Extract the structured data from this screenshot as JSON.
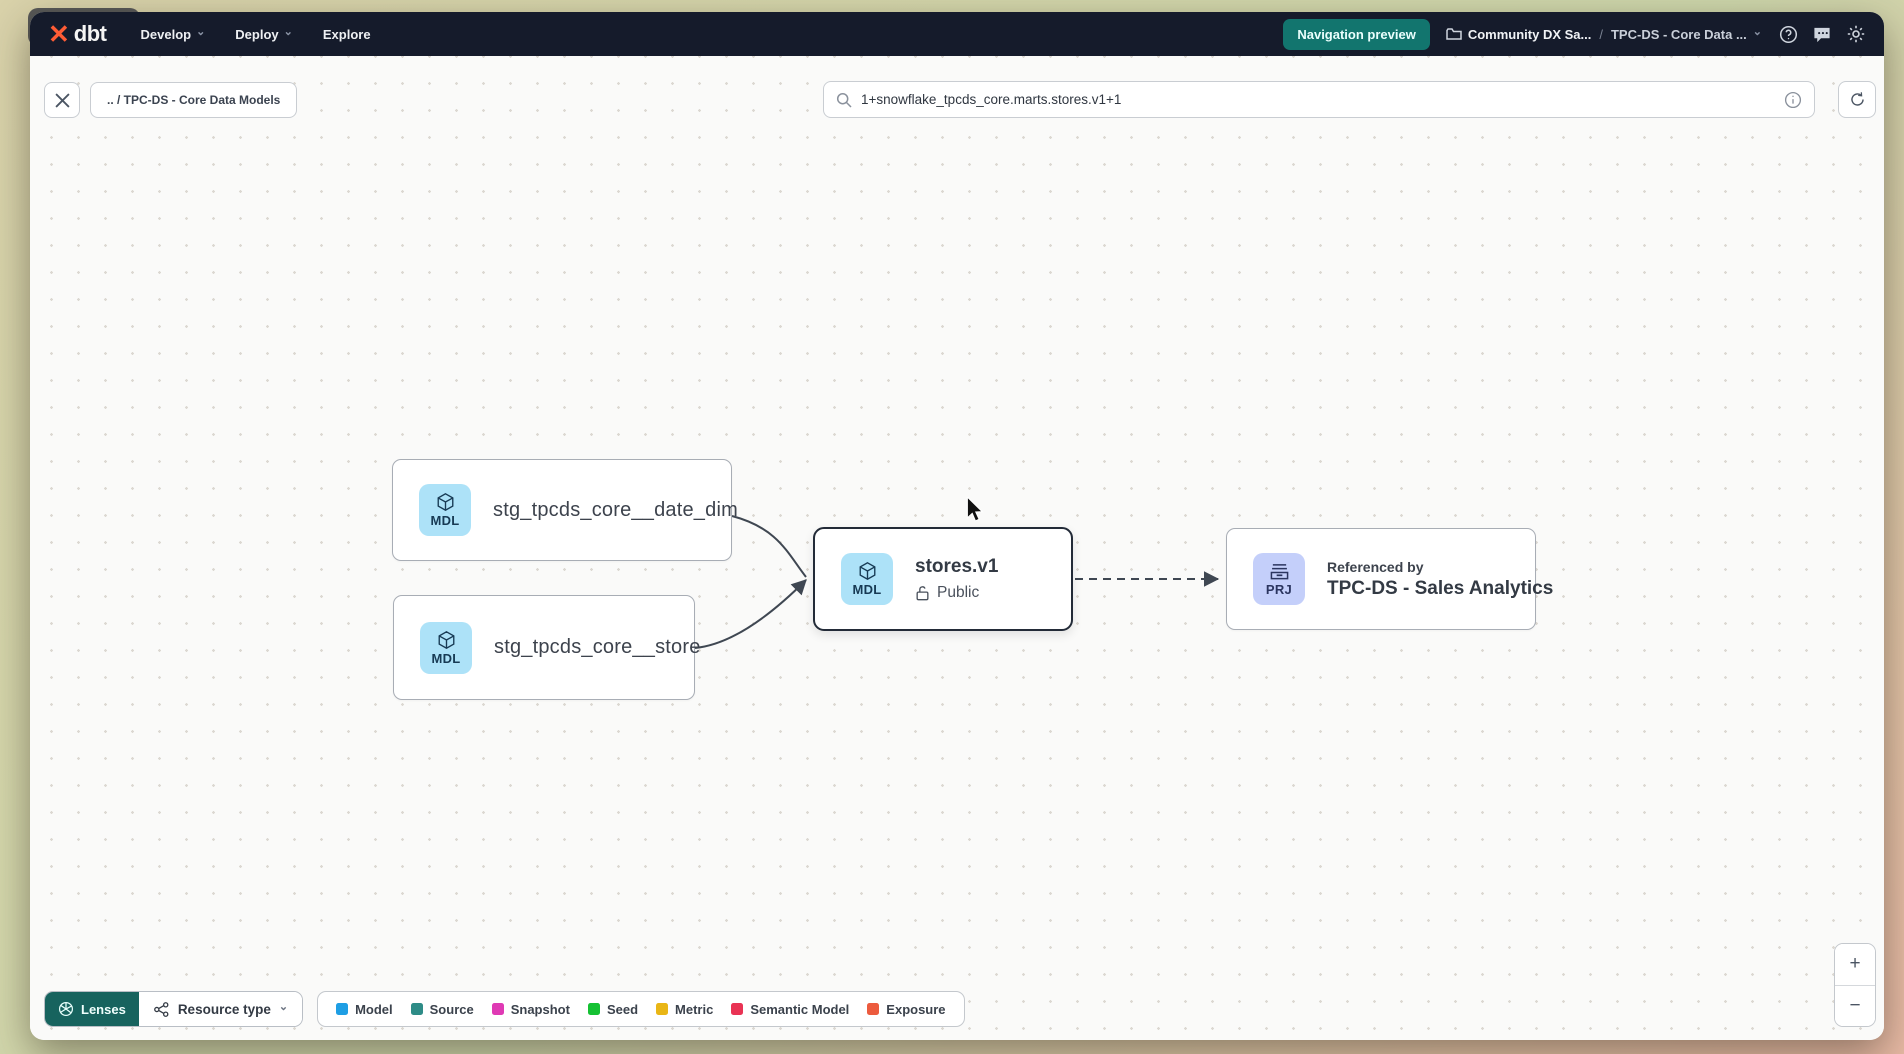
{
  "navbar": {
    "logo": "dbt",
    "menus": [
      {
        "label": "Develop",
        "chevron": "⌄"
      },
      {
        "label": "Deploy",
        "chevron": "⌄"
      },
      {
        "label": "Explore",
        "chevron": ""
      }
    ],
    "preview_badge": "Navigation preview",
    "breadcrumb": {
      "project": "Community DX Sa...",
      "separator": "/",
      "section": "TPC-DS - Core Data ...",
      "chevron": "⌄"
    }
  },
  "toolbar": {
    "path_chip": ".. / TPC-DS - Core Data Models",
    "search_value": "1+snowflake_tpcds_core.marts.stores.v1+1"
  },
  "graph": {
    "node_date_dim": {
      "badge": "MDL",
      "label": "stg_tpcds_core__date_dim"
    },
    "node_store": {
      "badge": "MDL",
      "label": "stg_tpcds_core__store"
    },
    "node_stores_v1": {
      "badge": "MDL",
      "title": "stores.v1",
      "access": "Public"
    },
    "node_project": {
      "badge": "PRJ",
      "eyebrow": "Referenced by",
      "label": "TPC-DS - Sales Analytics"
    }
  },
  "footer": {
    "lenses_label": "Lenses",
    "resource_type_label": "Resource type",
    "resource_chevron": "⌄",
    "legend": [
      {
        "label": "Model",
        "color": "#1e9ee4"
      },
      {
        "label": "Source",
        "color": "#2e8c87"
      },
      {
        "label": "Snapshot",
        "color": "#df3ab4"
      },
      {
        "label": "Seed",
        "color": "#15c133"
      },
      {
        "label": "Metric",
        "color": "#e9b616"
      },
      {
        "label": "Semantic Model",
        "color": "#e93354"
      },
      {
        "label": "Exposure",
        "color": "#ec5b3e"
      }
    ]
  },
  "zoom_controls": {
    "zoom_in": "+",
    "zoom_out": "−"
  },
  "colors": {
    "accent_teal": "#12756e",
    "navbar_bg": "#151b2b",
    "selected_border": "#232b38"
  }
}
